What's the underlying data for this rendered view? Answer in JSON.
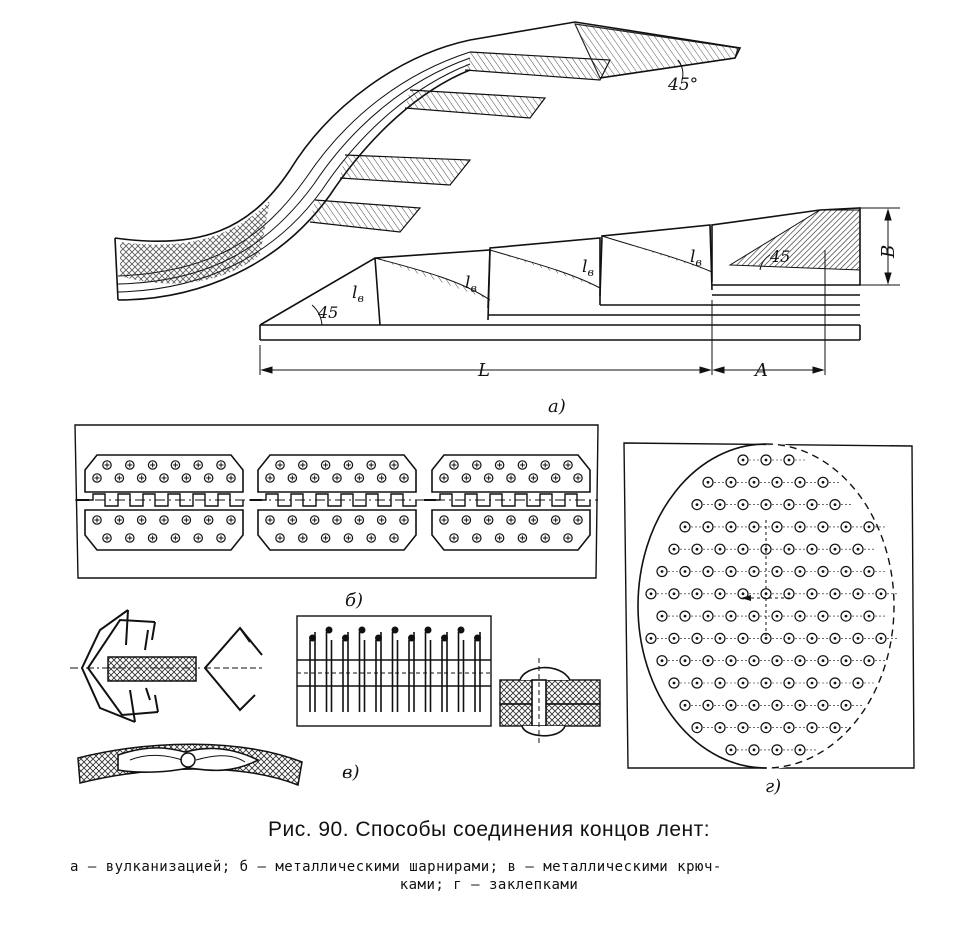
{
  "labels": {
    "angle_top": "45°",
    "angle_left": "45",
    "angle_right": "45",
    "lv": "l",
    "lv_sub": "в",
    "dim_L": "L",
    "dim_A": "A",
    "dim_B": "B"
  },
  "panel_labels": {
    "a": "а)",
    "b": "б)",
    "v": "в)",
    "g": "г)"
  },
  "caption": {
    "title": "Рис. 90. Способы соединения концов лент:",
    "legend_line1": "а — вулканизацией; б — металлическими шарнирами; в — металлическими крюч-",
    "legend_line2": "ками; г — заклепками"
  }
}
